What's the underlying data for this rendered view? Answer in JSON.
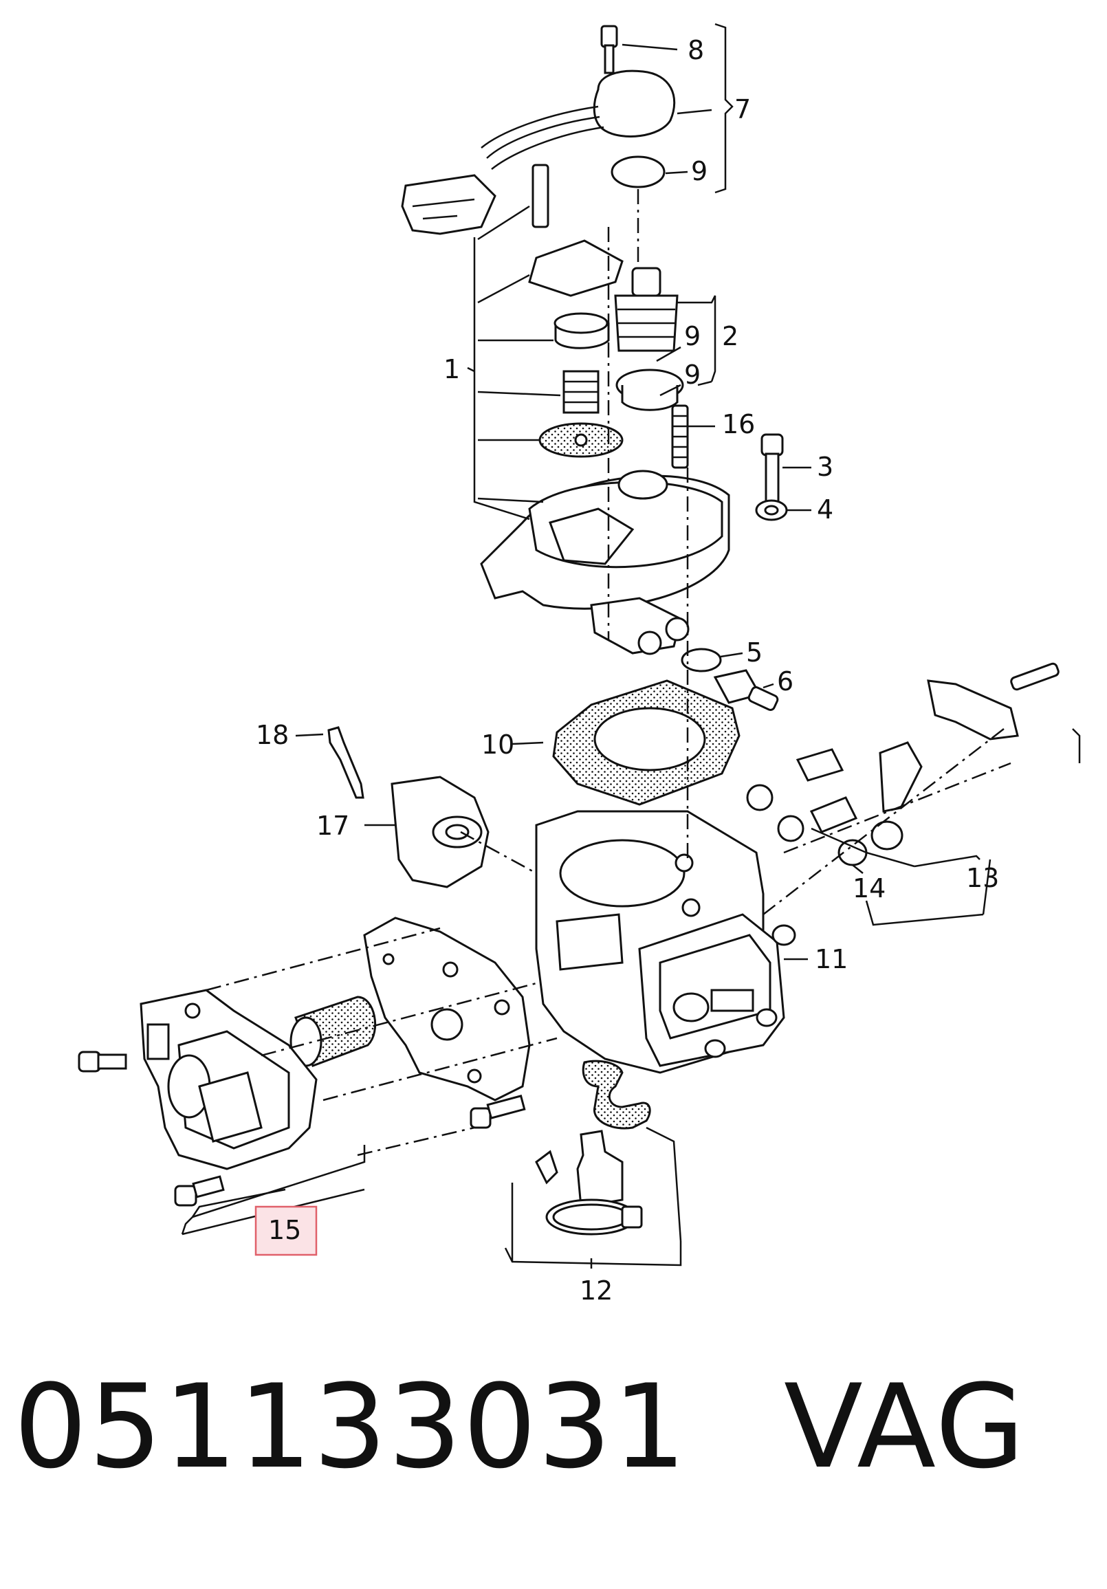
{
  "callouts": [
    {
      "id": "1",
      "text": "1"
    },
    {
      "id": "2",
      "text": "2"
    },
    {
      "id": "3",
      "text": "3"
    },
    {
      "id": "4",
      "text": "4"
    },
    {
      "id": "5",
      "text": "5"
    },
    {
      "id": "6",
      "text": "6"
    },
    {
      "id": "7",
      "text": "7"
    },
    {
      "id": "8",
      "text": "8"
    },
    {
      "id": "9a",
      "text": "9"
    },
    {
      "id": "9b",
      "text": "9"
    },
    {
      "id": "9c",
      "text": "9"
    },
    {
      "id": "10",
      "text": "10"
    },
    {
      "id": "11",
      "text": "11"
    },
    {
      "id": "12",
      "text": "12"
    },
    {
      "id": "13",
      "text": "13"
    },
    {
      "id": "14",
      "text": "14"
    },
    {
      "id": "15",
      "text": "15"
    },
    {
      "id": "16",
      "text": "16"
    },
    {
      "id": "17",
      "text": "17"
    },
    {
      "id": "18",
      "text": "18"
    }
  ],
  "highlight": {
    "label": "15",
    "color": "#e0606a",
    "fill": "#fbe3e6"
  },
  "caption": {
    "part_number": "051133031",
    "brand": "VAG"
  }
}
